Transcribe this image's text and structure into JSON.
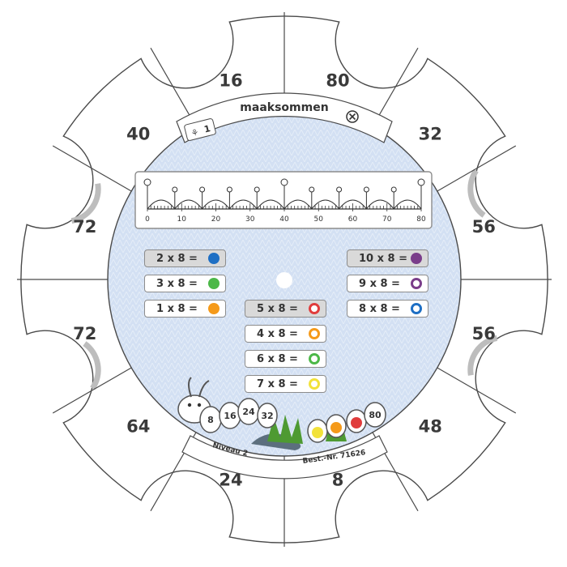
{
  "outer_numbers": [
    "16",
    "80",
    "32",
    "56",
    "56",
    "48",
    "8",
    "24",
    "64",
    "72",
    "72",
    "40"
  ],
  "header": {
    "title": "maaksommen",
    "level_number": "1"
  },
  "number_line": {
    "tick_labels": [
      "0",
      "10",
      "20",
      "30",
      "40",
      "50",
      "60",
      "70",
      "80"
    ]
  },
  "left_column": [
    {
      "text": "2 x 8 =",
      "color": "#1e6fc4",
      "style": "dot",
      "shaded": true
    },
    {
      "text": "3 x 8 =",
      "color": "#4cb848",
      "style": "dot",
      "shaded": false
    },
    {
      "text": "1 x 8 =",
      "color": "#f59a1a",
      "style": "dot",
      "shaded": false
    }
  ],
  "center_column": [
    {
      "text": "5 x 8 =",
      "color": "#e03c3c",
      "style": "ring",
      "shaded": true
    },
    {
      "text": "4 x 8 =",
      "color": "#f59a1a",
      "style": "ring",
      "shaded": false
    },
    {
      "text": "6 x 8 =",
      "color": "#4cb848",
      "style": "ring",
      "shaded": false
    },
    {
      "text": "7 x 8 =",
      "color": "#f2e23a",
      "style": "ring",
      "shaded": false
    }
  ],
  "right_column": [
    {
      "text": "10 x 8 =",
      "color": "#7a3d8a",
      "style": "dot",
      "shaded": true
    },
    {
      "text": "9 x 8 =",
      "color": "#7a3d8a",
      "style": "ring",
      "shaded": false
    },
    {
      "text": "8 x 8 =",
      "color": "#1e6fc4",
      "style": "ring",
      "shaded": false
    }
  ],
  "caterpillar_numbers": [
    "8",
    "16",
    "24",
    "32",
    "80"
  ],
  "footer": {
    "level": "Niveau 2",
    "order_number": "Best.-Nr. 71626"
  }
}
